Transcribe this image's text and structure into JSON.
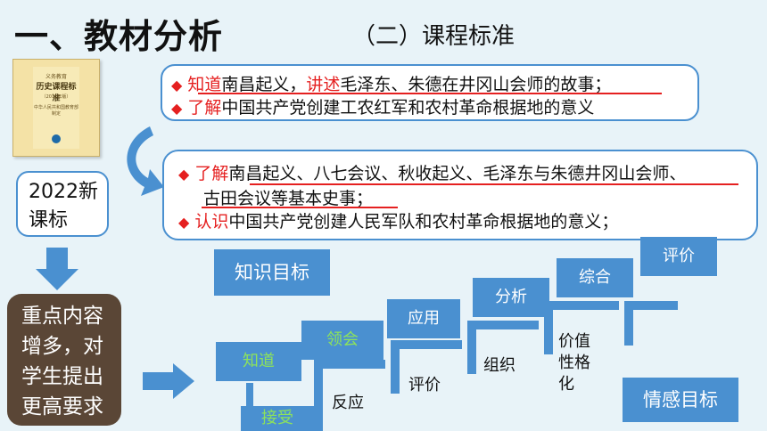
{
  "header": {
    "title": "一、教材分析",
    "subtitle": "（二）课程标准"
  },
  "book": {
    "line1": "义务教育",
    "line2": "历史课程标准",
    "line3": "（2011年版）",
    "line4": "中华人民共和国教育部制定"
  },
  "standard_2011": [
    {
      "verb": "知道",
      "text1": "南昌起义，",
      "verb2": "讲述",
      "text2": "毛泽东、朱德在井冈山会师的故事；"
    },
    {
      "verb": "了解",
      "text1": "中国共产党创建工农红军和农村革命根据地的意义"
    }
  ],
  "standard_2022": [
    {
      "verb": "了解",
      "text1": "南昌起义、八七会议、秋收起义、毛泽东与朱德井冈山会师、"
    },
    {
      "text1": "古田会议等基本史事；"
    },
    {
      "verb": "认识",
      "text1": "中国共产党创建人民军队和农村革命根据地的意义；"
    }
  ],
  "curriculum_label": {
    "line1": "2022新",
    "line2": "课标"
  },
  "conclusion": {
    "line1": "重点内容",
    "line2": "增多，对",
    "line3": "学生提出",
    "line4": "更高要求"
  },
  "knowledge_goal": "知识目标",
  "emotion_goal": "情感目标",
  "cognitive_levels": [
    "知道",
    "应用",
    "分析",
    "综合",
    "评价"
  ],
  "affective_levels": [
    "接受",
    "领会",
    "反应",
    "评价",
    "组织",
    "价值性格化"
  ],
  "colors": {
    "accent": "#4a90d0",
    "highlight": "#e52020",
    "brown": "#5a4636",
    "green_text": "#8ee35a"
  }
}
